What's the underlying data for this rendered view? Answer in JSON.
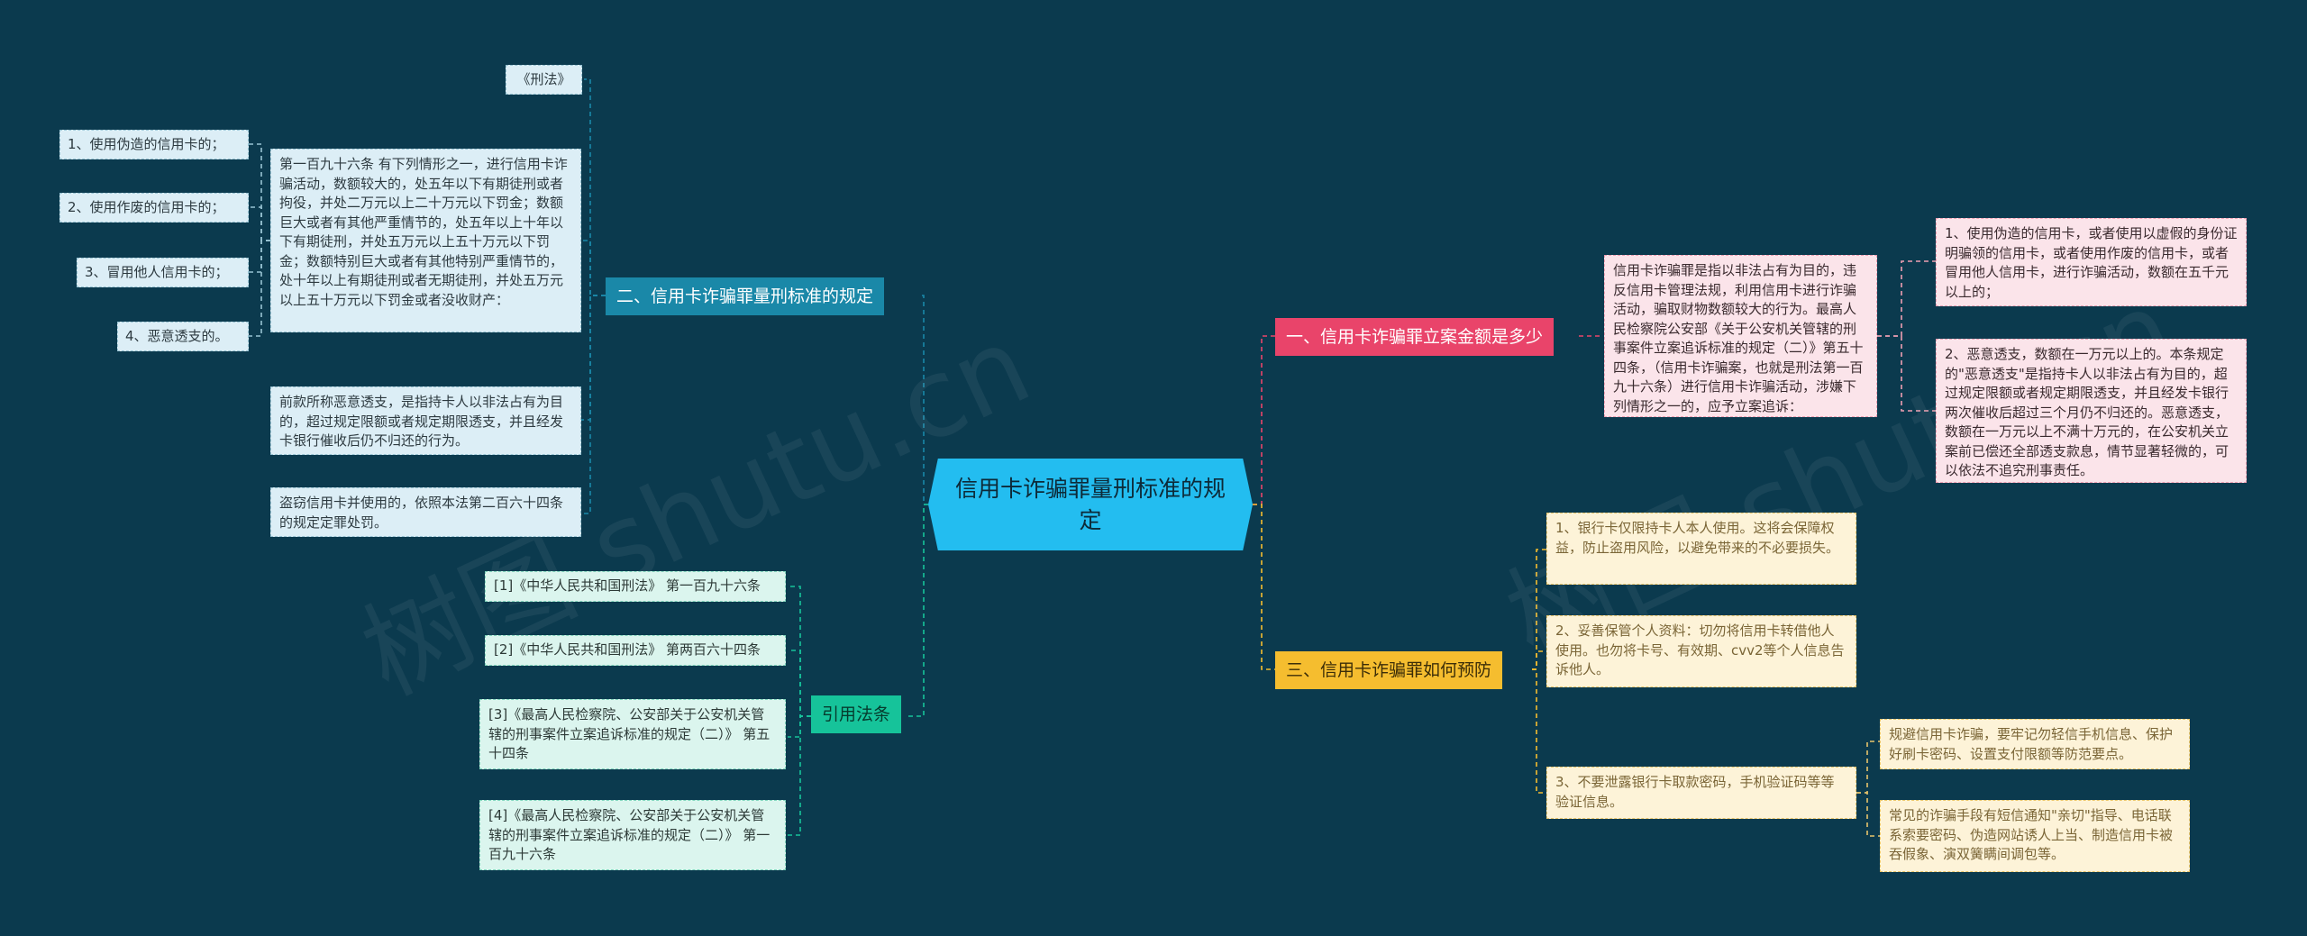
{
  "root": {
    "title": "信用卡诈骗罪量刑标准的规定"
  },
  "branches": {
    "b1": {
      "label": "二、信用卡诈骗罪量刑标准的规定"
    },
    "b2": {
      "label": "引用法条"
    },
    "b3": {
      "label": "一、信用卡诈骗罪立案金额是多少"
    },
    "b4": {
      "label": "三、信用卡诈骗罪如何预防"
    }
  },
  "nodes": {
    "xingfa": "《刑法》",
    "art196": "第一百九十六条 有下列情形之一，进行信用卡诈骗活动，数额较大的，处五年以下有期徒刑或者拘役，并处二万元以上二十万元以下罚金；数额巨大或者有其他严重情节的，处五年以上十年以下有期徒刑，并处五万元以上五十万元以下罚金；数额特别巨大或者有其他特别严重情节的，处十年以上有期徒刑或者无期徒刑，并处五万元以上五十万元以下罚金或者没收财产：",
    "l1": "1、使用伪造的信用卡的；",
    "l2": "2、使用作废的信用卡的；",
    "l3": "3、冒用他人信用卡的；",
    "l4": "4、恶意透支的。",
    "overdraft": "前款所称恶意透支，是指持卡人以非法占有为目的，超过规定限额或者规定期限透支，并且经发卡银行催收后仍不归还的行为。",
    "theft": "盗窃信用卡并使用的，依照本法第二百六十四条的规定定罪处罚。",
    "cite1": "[1]《中华人民共和国刑法》 第一百九十六条",
    "cite2": "[2]《中华人民共和国刑法》 第两百六十四条",
    "cite3": "[3]《最高人民检察院、公安部关于公安机关管辖的刑事案件立案追诉标准的规定（二）》 第五十四条",
    "cite4": "[4]《最高人民检察院、公安部关于公安机关管辖的刑事案件立案追诉标准的规定（二）》 第一百九十六条",
    "def": "信用卡诈骗罪是指以非法占有为目的，违反信用卡管理法规，利用信用卡进行诈骗活动，骗取财物数额较大的行为。最高人民检察院公安部《关于公安机关管辖的刑事案件立案追诉标准的规定（二）》第五十四条，（信用卡诈骗案，也就是刑法第一百九十六条）进行信用卡诈骗活动，涉嫌下列情形之一的，应予立案追诉：",
    "r1": "1、使用伪造的信用卡，或者使用以虚假的身份证明骗领的信用卡，或者使用作废的信用卡，或者冒用他人信用卡，进行诈骗活动，数额在五千元以上的；",
    "r2": "2、恶意透支，数额在一万元以上的。本条规定的\"恶意透支\"是指持卡人以非法占有为目的，超过规定限额或者规定期限透支，并且经发卡银行两次催收后超过三个月仍不归还的。恶意透支，数额在一万元以上不满十万元的，在公安机关立案前已偿还全部透支款息，情节显著轻微的，可以依法不追究刑事责任。",
    "p1": "1、银行卡仅限持卡人本人使用。这将会保障权益，防止盗用风险，以避免带来的不必要损失。",
    "p2": "2、妥善保管个人资料：切勿将信用卡转借他人使用。也勿将卡号、有效期、cvv2等个人信息告诉他人。",
    "p3": "3、不要泄露银行卡取款密码，手机验证码等等验证信息。",
    "p3a": "规避信用卡诈骗，要牢记勿轻信手机信息、保护好刷卡密码、设置支付限额等防范要点。",
    "p3b": "常见的诈骗手段有短信通知\"亲切\"指导、电话联系索要密码、伪造网站诱人上当、制造信用卡被吞假象、演双簧瞒间调包等。"
  },
  "colors": {
    "background": "#0b3a4e",
    "root": "#23bdf0",
    "branch_blue": "#1a88a8",
    "branch_pink": "#e9446a",
    "branch_yellow": "#f5bd2f",
    "branch_green": "#16c39a"
  }
}
